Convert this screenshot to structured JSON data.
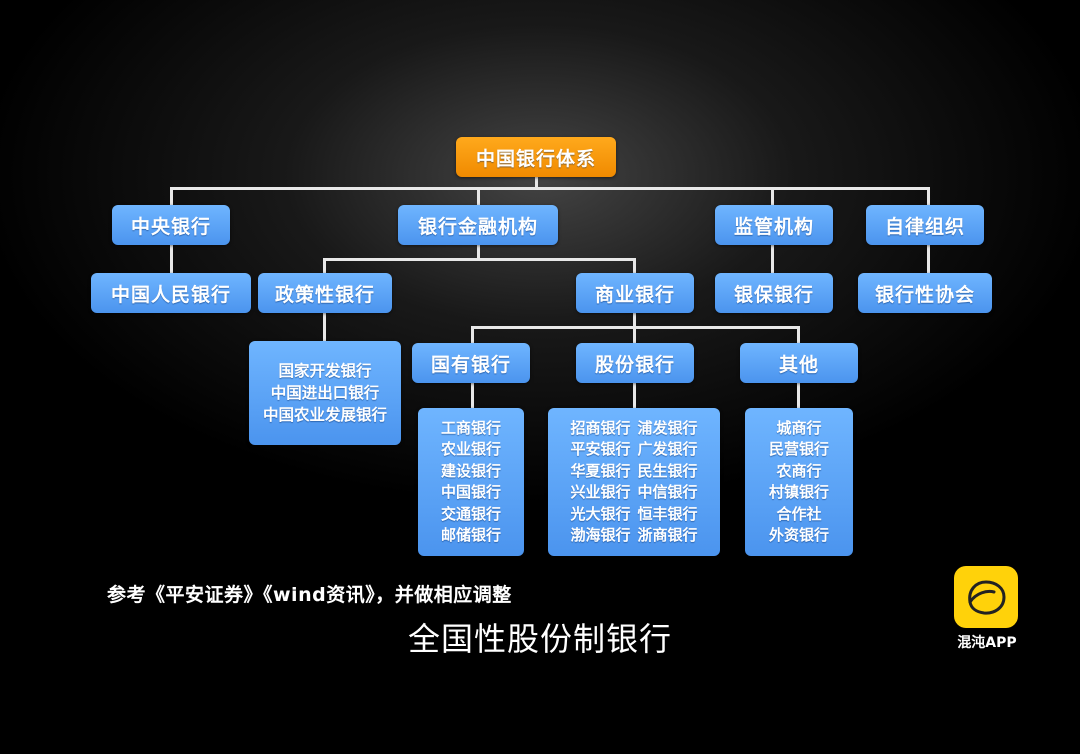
{
  "diagram": {
    "root": "中国银行体系",
    "central_bank": {
      "label": "中央银行",
      "child": "中国人民银行"
    },
    "financial_institutions": {
      "label": "银行金融机构"
    },
    "policy_bank": {
      "label": "政策性银行",
      "children": [
        "国家开发银行",
        "中国进出口银行",
        "中国农业发展银行"
      ]
    },
    "commercial_bank": {
      "label": "商业银行"
    },
    "state_owned": {
      "label": "国有银行",
      "children": [
        "工商银行",
        "农业银行",
        "建设银行",
        "中国银行",
        "交通银行",
        "邮储银行"
      ]
    },
    "joint_stock": {
      "label": "股份银行",
      "rows": [
        [
          "招商银行",
          "浦发银行"
        ],
        [
          "平安银行",
          "广发银行"
        ],
        [
          "华夏银行",
          "民生银行"
        ],
        [
          "兴业银行",
          "中信银行"
        ],
        [
          "光大银行",
          "恒丰银行"
        ],
        [
          "渤海银行",
          "浙商银行"
        ]
      ]
    },
    "others": {
      "label": "其他",
      "children": [
        "城商行",
        "民营银行",
        "农商行",
        "村镇银行",
        "合作社",
        "外资银行"
      ]
    },
    "regulator": {
      "label": "监管机构",
      "child": "银保银行"
    },
    "self_regulatory": {
      "label": "自律组织",
      "child": "银行性协会"
    }
  },
  "source_note": "参考《平安证券》《wind资讯》，并做相应调整",
  "subtitle": "全国性股份制银行",
  "logo": {
    "text": "混沌APP",
    "color": "#ffd20a"
  },
  "colors": {
    "node": "#5aa6fb",
    "root": "#f79400",
    "line": "#e8e8e8",
    "background": "#000000"
  }
}
